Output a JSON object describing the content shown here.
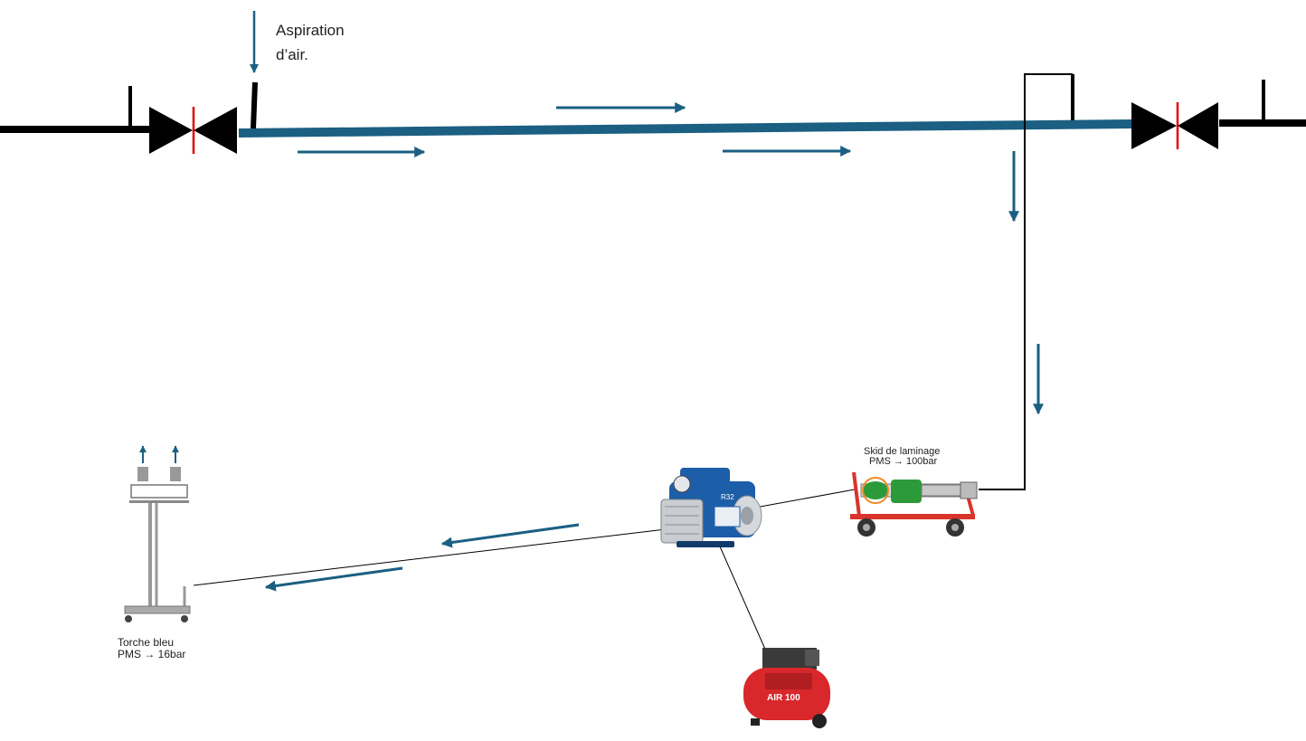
{
  "labels": {
    "aspiration_line1": "Aspiration",
    "aspiration_line2": "d’air.",
    "skid_title": "Skid de laminage",
    "skid_pms": "PMS → 100bar",
    "torche_title": "Torche bleu",
    "torche_pms": "PMS → 16bar"
  },
  "equipment_markings": {
    "vacuum_pump": "R32",
    "compressor": "AIR 100"
  },
  "colors": {
    "pipeline": "#1b5f82",
    "flow_arrow": "#1b5f82",
    "line": "#000000",
    "valve_mark": "#e00000",
    "skid_frame": "#d9342b",
    "skid_pump": "#2d9a3a",
    "vacuum_pump": "#1d5ea8",
    "compressor": "#d8282c"
  },
  "icons": [
    "valve-icon",
    "vacuum-pump-icon",
    "compressor-icon",
    "skid-icon",
    "flare-torch-icon",
    "flow-arrow-icon"
  ]
}
